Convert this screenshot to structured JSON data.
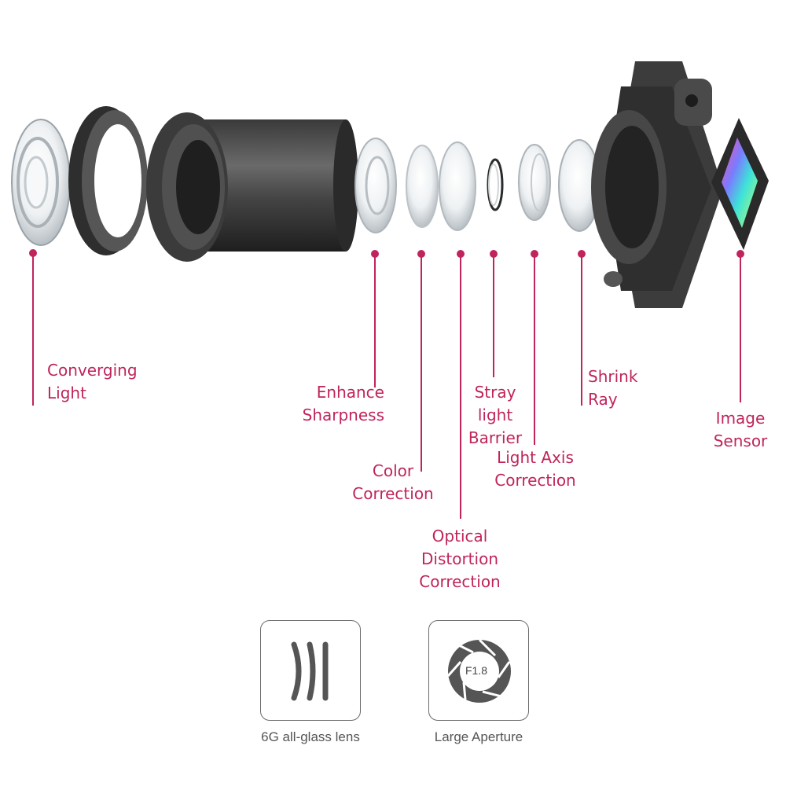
{
  "accent_color": "#c0245c",
  "labels": {
    "converging_light": [
      "Converging",
      "Light"
    ],
    "enhance_sharpness": [
      "Enhance",
      "Sharpness"
    ],
    "color_correction": [
      "Color",
      "Correction"
    ],
    "optical_distortion": [
      "Optical",
      "Distortion",
      "Correction"
    ],
    "stray_light": [
      "Stray",
      "light",
      "Barrier"
    ],
    "light_axis": [
      "Light Axis",
      "Correction"
    ],
    "shrink_ray": [
      "Shrink",
      "Ray"
    ],
    "image_sensor": [
      "Image",
      "Sensor"
    ]
  },
  "features": {
    "lens": {
      "caption": "6G all-glass lens",
      "icon": "lens-elements-icon"
    },
    "aperture": {
      "caption": "Large Aperture",
      "value": "F1.8",
      "icon": "aperture-icon"
    }
  }
}
